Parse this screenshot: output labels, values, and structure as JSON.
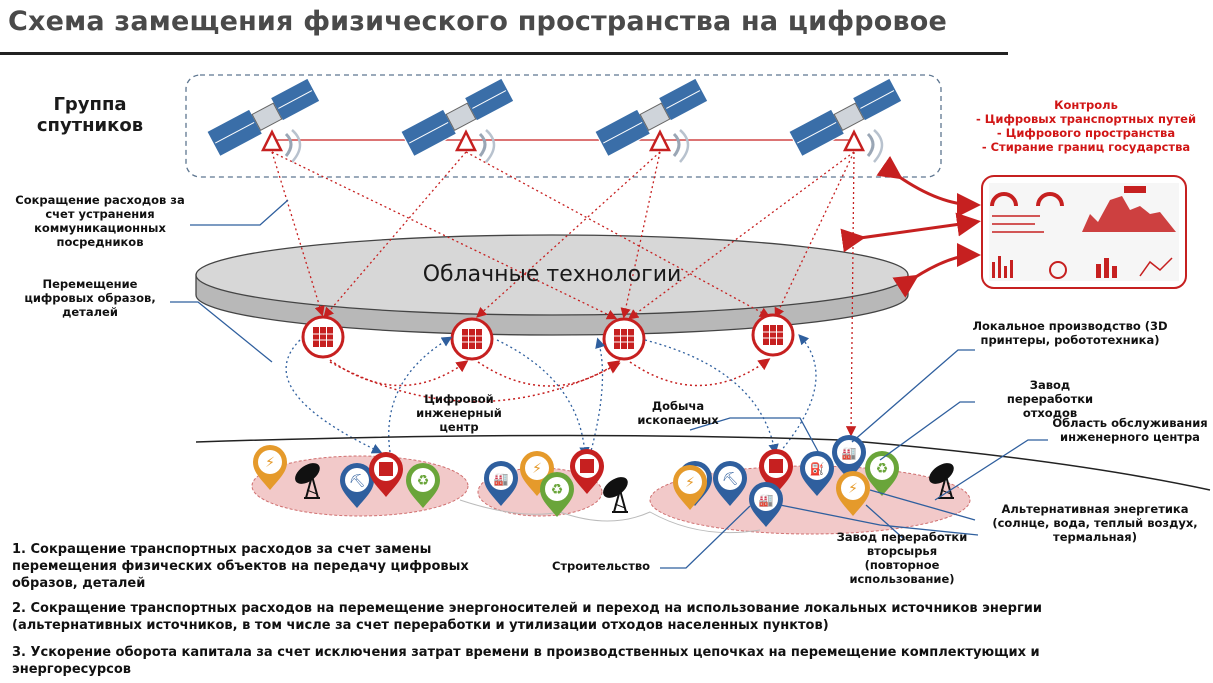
{
  "title": "Схема замещения физического пространства на цифровое",
  "satellites_label": "Группа спутников",
  "control": {
    "heading": "Контроль",
    "items": [
      "- Цифровых транспортных путей",
      "- Цифрового пространства",
      "- Стирание границ государства"
    ]
  },
  "cloud_label": "Облачные технологии",
  "left_labels": {
    "cost_reduction": "Сокращение расходов за счет устранения коммуникационных посредников",
    "movement": "Перемещение цифровых образов, деталей"
  },
  "node_labels": {
    "engineering_center": "Цифровой инженерный центр",
    "mining": "Добыча ископаемых",
    "local_production": "Локальное производство (3D принтеры, робототехника)",
    "waste_plant": "Завод переработки отходов",
    "service_area": "Область обслуживания инженерного центра",
    "alt_energy": "Альтернативная энергетика (солнце, вода, теплый воздух, термальная)",
    "recycling_plant": "Завод переработки вторсырья (повторное использование)",
    "construction": "Строительство"
  },
  "notes": [
    "1. Сокращение транспортных расходов за счет замены перемещения физических объектов на передачу цифровых образов, деталей",
    "2. Сокращение транспортных расходов на перемещение энергоносителей и переход на использование локальных источников энергии (альтернативных источников, в том числе за счет переработки и утилизации отходов населенных пунктов)",
    "3. Ускорение оборота капитала за счет исключения затрат времени в производственных цепочках на перемещение комплектующих и энергоресурсов"
  ],
  "colors": {
    "accent": "#c62020",
    "blue": "#2f5f9e",
    "green": "#6aa53a",
    "orange": "#e59a2b",
    "title": "#4a4a4a"
  }
}
